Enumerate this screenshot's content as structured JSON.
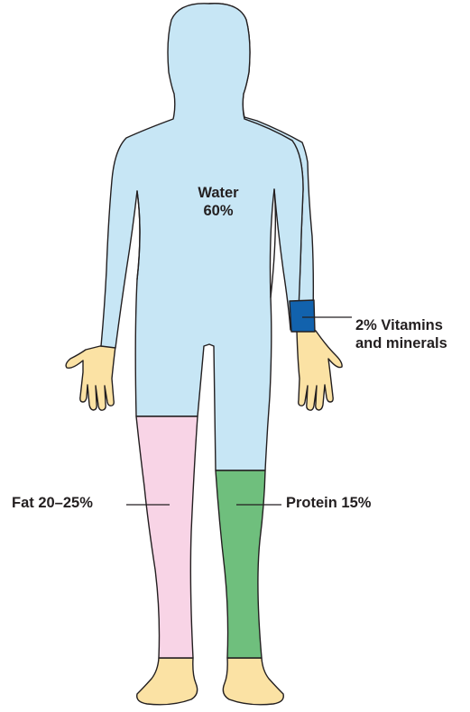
{
  "diagram": {
    "colors": {
      "water": "#c7e6f5",
      "fat": "#f8d4e6",
      "protein": "#6fbf7d",
      "vitamins_minerals": "#1262ad",
      "skin": "#fbe2a4",
      "outline": "#231f20"
    },
    "labels": {
      "water_line1": "Water",
      "water_line2": "60%",
      "vitamins_line1": "2% Vitamins",
      "vitamins_line2": "and minerals",
      "fat": "Fat 20–25%",
      "protein": "Protein 15%"
    }
  }
}
